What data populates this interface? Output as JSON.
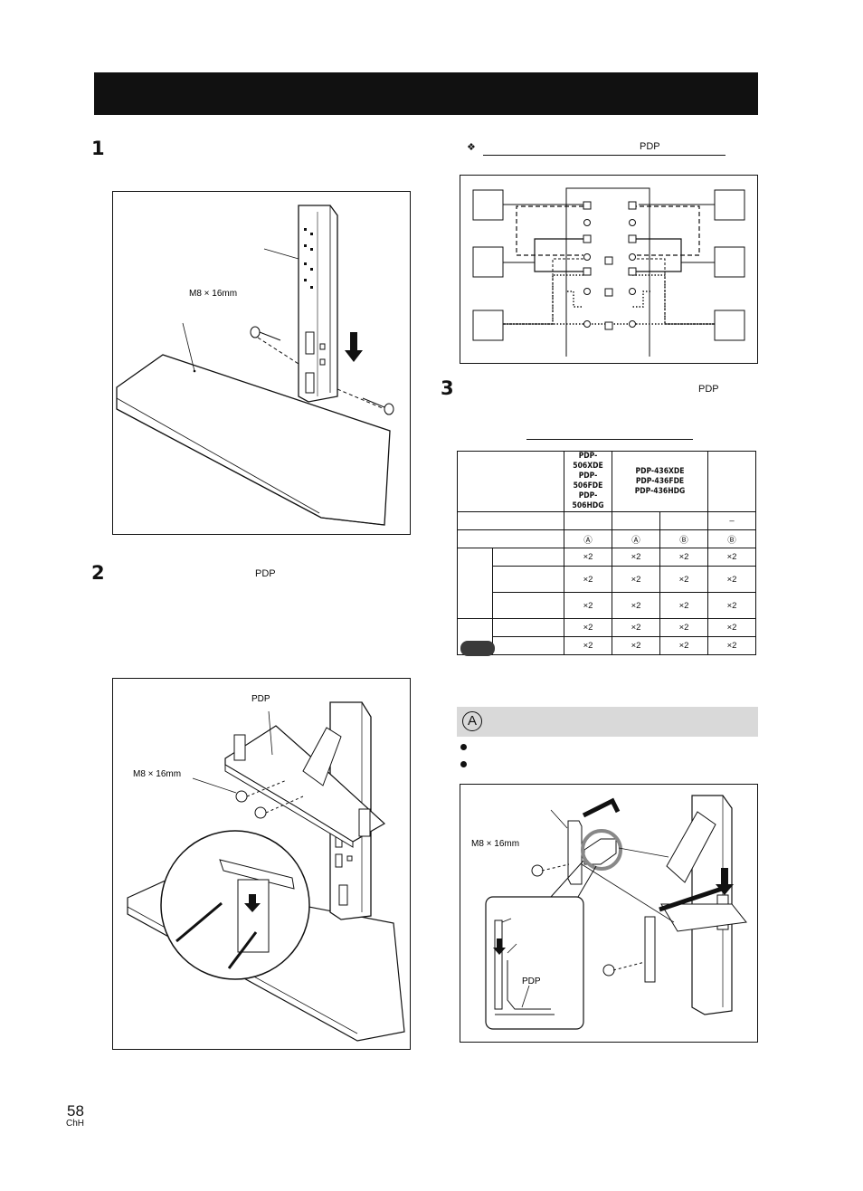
{
  "header": {
    "title": ""
  },
  "step1": {
    "number": "1"
  },
  "step2": {
    "number": "2",
    "pdp": "PDP"
  },
  "step3": {
    "number": "3",
    "pdp": "PDP"
  },
  "fig1": {
    "screw": "M8 × 16mm"
  },
  "fig2": {
    "pdp": "PDP",
    "screw": "M8 × 16mm"
  },
  "fig3": {
    "screw": "M8 × 16mm",
    "pdp": "PDP"
  },
  "diagram_heading": {
    "bullet": "❖",
    "pdp": "PDP"
  },
  "spec_table": {
    "models": [
      [
        "PDP-506XDE",
        "PDP-506FDE",
        "PDP-506HDG"
      ],
      [
        "PDP-436XDE",
        "PDP-436FDE",
        "PDP-436HDG"
      ]
    ],
    "row1": [
      "",
      "",
      "",
      "–"
    ],
    "row2": [
      "Ⓐ",
      "Ⓐ",
      "Ⓑ",
      "Ⓑ"
    ],
    "qty": "×2"
  },
  "section_a": {
    "marker": "A"
  },
  "footer": {
    "page": "58",
    "lang": "ChH"
  }
}
